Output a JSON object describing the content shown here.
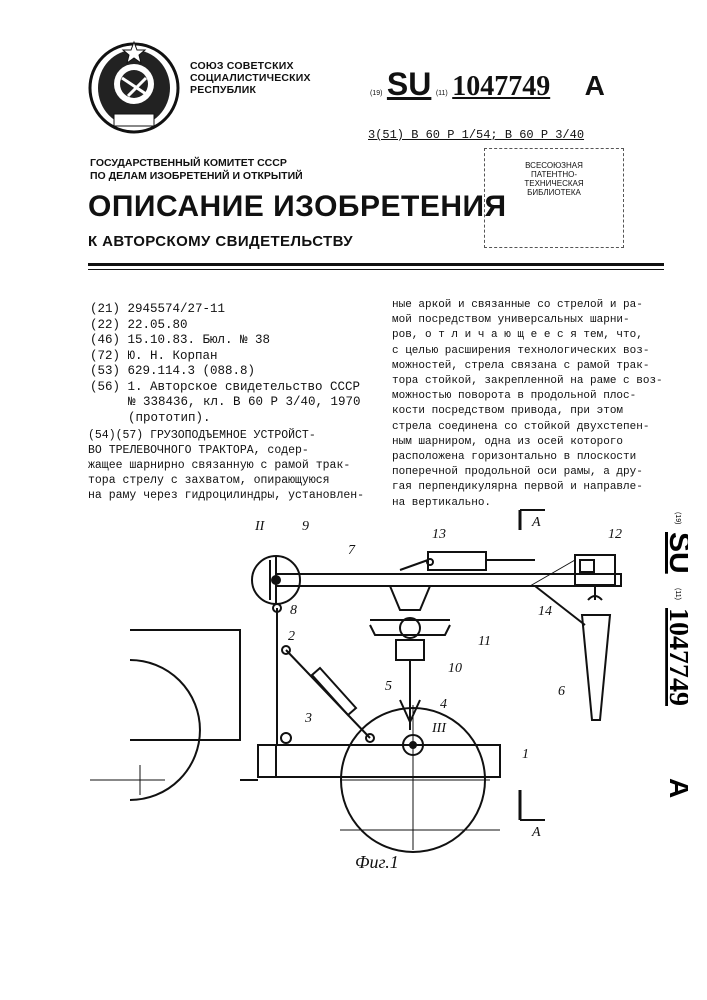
{
  "header": {
    "union_lines": [
      "СОЮЗ СОВЕТСКИХ",
      "СОЦИАЛИСТИЧЕСКИХ",
      "РЕСПУБЛИК"
    ],
    "country_tag": "(19)",
    "country": "SU",
    "number_tag": "(11)",
    "number": "1047749",
    "kind": "A",
    "classif": "3(51) В 60 Р 1/54; В 60 Р 3/40",
    "committee_lines": [
      "ГОСУДАРСТВЕННЫЙ КОМИТЕТ СССР",
      "ПО ДЕЛАМ ИЗОБРЕТЕНИЙ И ОТКРЫТИЙ"
    ],
    "stamp_lines": [
      "ВСЕСОЮЗНАЯ",
      "ПАТЕНТНО-",
      "ТЕХНИЧЕСКАЯ",
      "БИБЛИОТЕКА"
    ],
    "title": "ОПИСАНИЕ ИЗОБРЕТЕНИЯ",
    "subtitle": "К АВТОРСКОМУ СВИДЕТЕЛЬСТВУ"
  },
  "biblio": [
    "(21) 2945574/27-11",
    "(22) 22.05.80",
    "(46) 15.10.83. Бюл. № 38",
    "(72) Ю. Н. Корпан",
    "(53) 629.114.3 (088.8)",
    "(56) 1. Авторское свидетельство СССР",
    "№ 338436, кл. В 60 Р 3/40, 1970",
    "(прототип)."
  ],
  "claim_left": [
    "(54)(57) ГРУЗОПОДЪЕМНОЕ УСТРОЙСТ-",
    "ВО ТРЕЛЕВОЧНОГО ТРАКТОРА, содер-",
    "жащее шарнирно связанную с рамой трак-",
    "тора стрелу с захватом, опирающуюся",
    "на раму через гидроцилиндры, установлен-"
  ],
  "claim_right": [
    "ные аркой и связанные со стрелой и ра-",
    "мой посредством универсальных шарни-",
    "ров, о т л и ч а ю щ е е с я тем, что,",
    "с целью расширения технологических воз-",
    "можностей, стрела связана с рамой трак-",
    "тора стойкой, закрепленной на раме с воз-",
    "можностью поворота в продольной плос-",
    "кости посредством привода, при этом",
    "стрела соединена со стойкой двухстепен-",
    "ным шарниром, одна из осей которого",
    "расположена горизонтально в плоскости",
    "поперечной продольной оси рамы, а дру-",
    "гая перпендикулярна первой и направле-",
    "на вертикально."
  ],
  "side": {
    "tag1": "(19)",
    "country": "SU",
    "tag2": "(11)",
    "number": "1047749",
    "kind": "A"
  },
  "drawing": {
    "labels": {
      "n1": "1",
      "n2": "2",
      "n3": "3",
      "n4": "4",
      "n5": "5",
      "n6": "6",
      "n7": "7",
      "n8": "8",
      "n9": "9",
      "n10": "10",
      "n11": "11",
      "n12": "12",
      "n13": "13",
      "n14": "14",
      "r2": "II",
      "r3": "III",
      "sectionA": "A"
    },
    "caption": "Фиг.1"
  }
}
